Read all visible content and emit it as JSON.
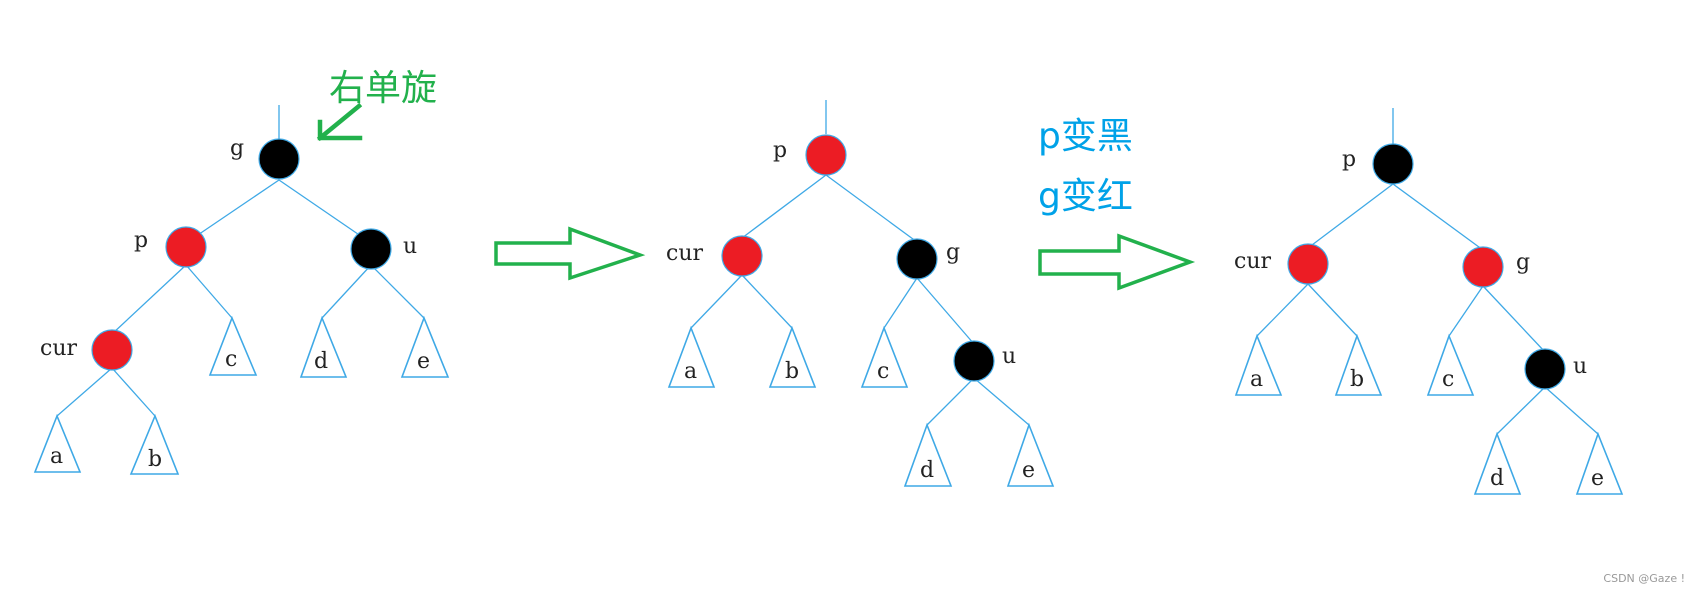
{
  "annotations": {
    "rotation_label": "右单旋",
    "recolor_lines": [
      "p变黑",
      "g变红"
    ],
    "watermark": "CSDN @Gaze !"
  },
  "colors": {
    "red_node": "#ec1c24",
    "black_node": "#000000",
    "edge": "#3fa9e6",
    "arrow": "#22b14c",
    "recolor_text": "#00a2e8"
  },
  "trees": [
    {
      "name": "before",
      "nodes": [
        {
          "id": "g",
          "label": "g",
          "color": "black"
        },
        {
          "id": "p",
          "label": "p",
          "color": "red"
        },
        {
          "id": "u",
          "label": "u",
          "color": "black"
        },
        {
          "id": "cur",
          "label": "cur",
          "color": "red"
        }
      ],
      "subtrees": [
        "a",
        "b",
        "c",
        "d",
        "e"
      ]
    },
    {
      "name": "after-rotation",
      "nodes": [
        {
          "id": "p",
          "label": "p",
          "color": "red"
        },
        {
          "id": "cur",
          "label": "cur",
          "color": "red"
        },
        {
          "id": "g",
          "label": "g",
          "color": "black"
        },
        {
          "id": "u",
          "label": "u",
          "color": "black"
        }
      ],
      "subtrees": [
        "a",
        "b",
        "c",
        "d",
        "e"
      ]
    },
    {
      "name": "after-recolor",
      "nodes": [
        {
          "id": "p",
          "label": "p",
          "color": "black"
        },
        {
          "id": "cur",
          "label": "cur",
          "color": "red"
        },
        {
          "id": "g",
          "label": "g",
          "color": "red"
        },
        {
          "id": "u",
          "label": "u",
          "color": "black"
        }
      ],
      "subtrees": [
        "a",
        "b",
        "c",
        "d",
        "e"
      ]
    }
  ]
}
